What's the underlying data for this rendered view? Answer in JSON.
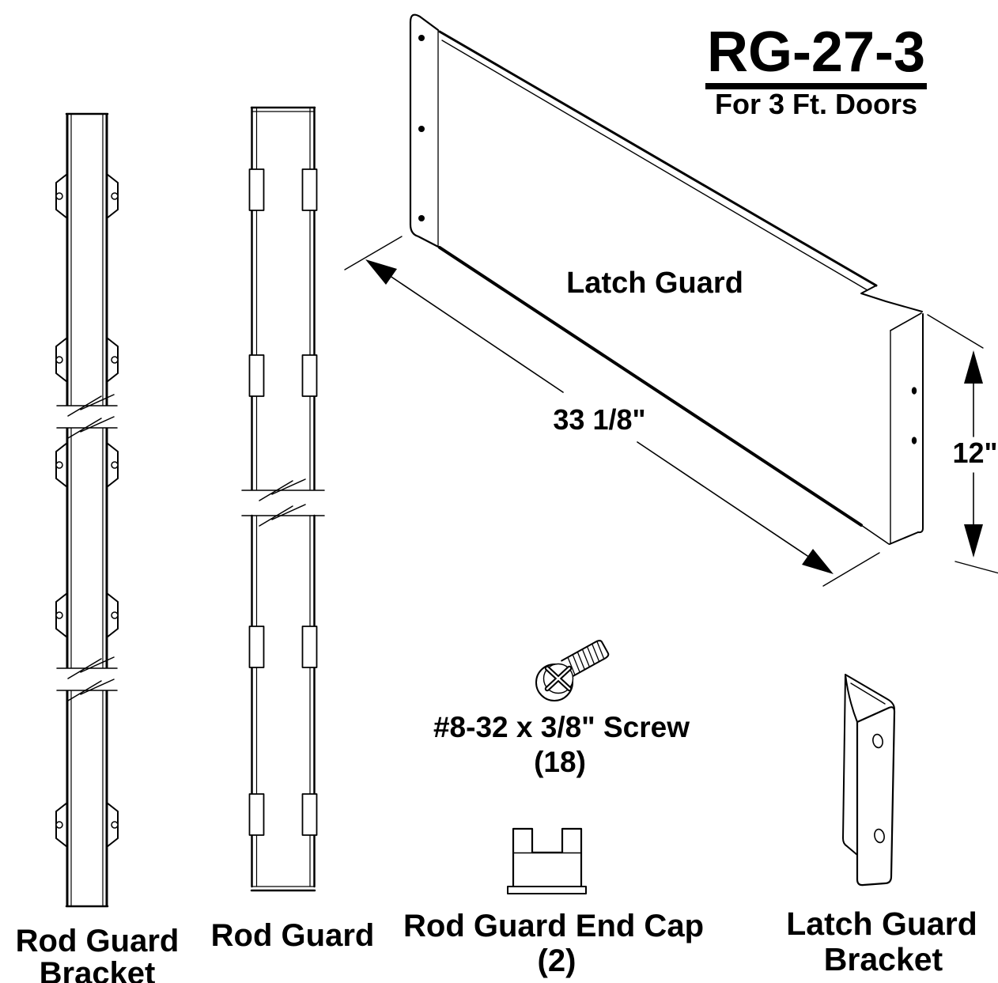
{
  "colors": {
    "line": "#000000",
    "background": "#ffffff"
  },
  "header": {
    "part_number": "RG-27-3",
    "subtitle": "For 3 Ft. Doors"
  },
  "latch_guard": {
    "label": "Latch Guard",
    "length_dimension": "33 1/8\"",
    "height_dimension": "12\""
  },
  "rod_guard_bracket": {
    "label_line1": "Rod Guard",
    "label_line2": "Bracket"
  },
  "rod_guard": {
    "label": "Rod Guard"
  },
  "screw": {
    "label": "#8-32 x 3/8\" Screw",
    "quantity": "(18)"
  },
  "rod_guard_end_cap": {
    "label": "Rod Guard End Cap",
    "quantity": "(2)"
  },
  "latch_guard_bracket": {
    "label_line1": "Latch Guard",
    "label_line2": "Bracket"
  }
}
